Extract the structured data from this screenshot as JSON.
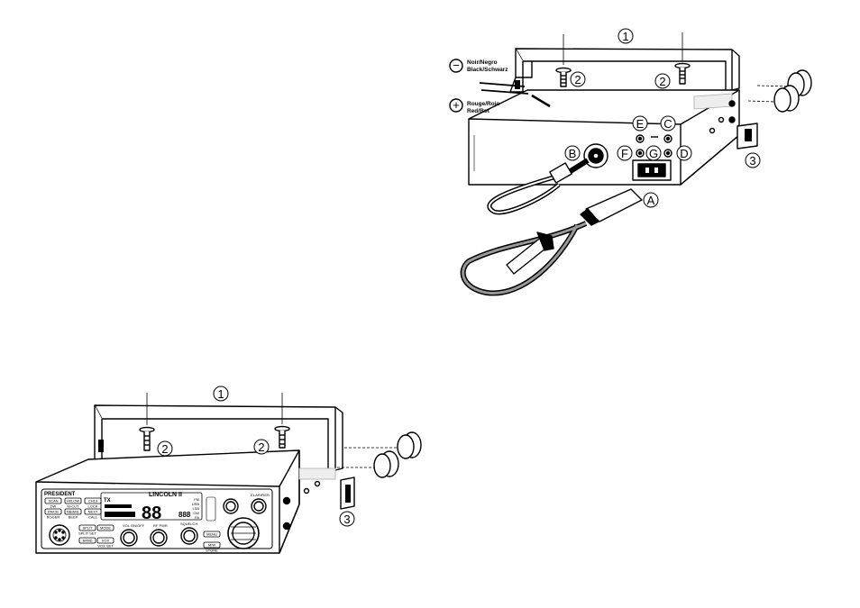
{
  "top_diagram": {
    "wire_negative": {
      "symbol": "−",
      "line1": "Noir/Negro",
      "line2": "Black/Schwarz"
    },
    "wire_positive": {
      "symbol": "+",
      "line1": "Rouge/Rojo",
      "line2": "Red/Rot"
    },
    "callouts": {
      "bracket": "1",
      "screw_left": "2",
      "screw_right": "2",
      "clip": "3",
      "A": "A",
      "B": "B",
      "C": "C",
      "D": "D",
      "E": "E",
      "F": "F",
      "G": "G"
    }
  },
  "bottom_diagram": {
    "callouts": {
      "bracket": "1",
      "screw_left": "2",
      "screw_right": "2",
      "clip": "3"
    },
    "radio": {
      "brand": "PRESIDENT",
      "model": "LINCOLN II",
      "tx": "TX",
      "big_digits": "88",
      "small_digits": "888",
      "buttons": [
        {
          "label": "SCAN",
          "sub": "DW"
        },
        {
          "label": "HI/LOW",
          "sub": "M-CUT"
        },
        {
          "label": "PA/CB",
          "sub": "ROGER"
        },
        {
          "label": "NB/ANL",
          "sub": "BEEP"
        },
        {
          "label": "CH19",
          "sub": "LOCK"
        },
        {
          "label": "NEXT",
          "sub": "CALL"
        },
        {
          "label": "SPLIT",
          "sub": "SPLIT SET"
        },
        {
          "label": "MODE",
          "sub": ""
        },
        {
          "label": "BAND",
          "sub": ""
        },
        {
          "label": "VOX",
          "sub": "VOX SET"
        },
        {
          "label": "MENU",
          "sub": ""
        },
        {
          "label": "M/W",
          "sub": "STORE"
        }
      ],
      "modes": [
        "FM",
        "USB",
        "LSB",
        "CW",
        "PA"
      ],
      "knob_labels": [
        "VOL ON/OFF",
        "RF PWR",
        "SQUELCH",
        "CLARIFIER"
      ]
    }
  }
}
